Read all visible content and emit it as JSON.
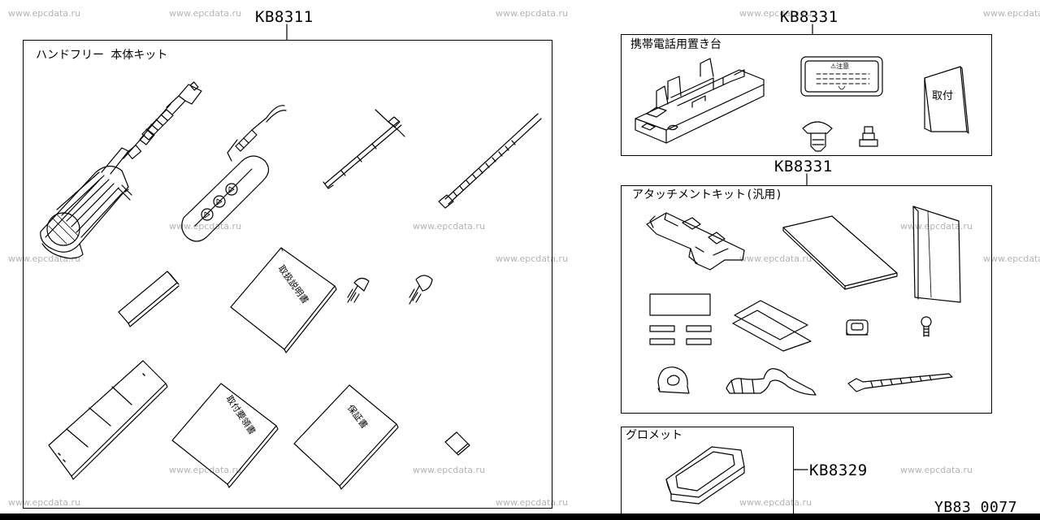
{
  "colors": {
    "line": "#000000",
    "watermark": "#b4b4b4",
    "background": "#ffffff"
  },
  "watermark": "www.epcdata.ru",
  "groups": {
    "handsfree": {
      "ref": "KB8311",
      "title": "ハンドフリー 本体キット",
      "labels": {
        "manual": "取扱説明書",
        "install": "取付要領書",
        "warranty": "保証書"
      }
    },
    "holder": {
      "ref": "KB8331",
      "title": "携帯電話用置き台",
      "labels": {
        "caution": "⚠注意",
        "install": "取付"
      }
    },
    "attachment": {
      "ref": "KB8331",
      "title": "アタッチメントキット(汎用)"
    },
    "grommet": {
      "ref": "KB8329",
      "title": "グロメット"
    }
  },
  "figure_code": "YB83 0077"
}
